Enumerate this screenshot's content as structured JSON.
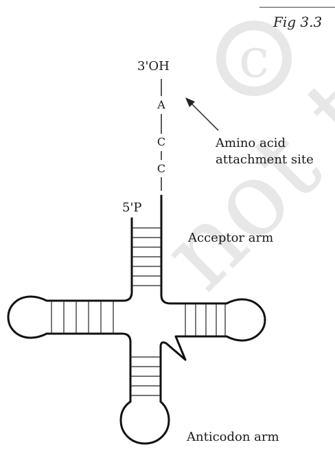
{
  "figure": {
    "label": "Fig 3.3"
  },
  "labels": {
    "three_prime": "3'OH",
    "five_prime": "5'P",
    "amino_acid_line1": "Amino acid",
    "amino_acid_line2": "attachment site",
    "acceptor_arm": "Acceptor arm",
    "anticodon_arm": "Anticodon arm"
  },
  "tail_nucleotides": [
    "A",
    "C",
    "C"
  ],
  "watermark": "© not to be republished"
}
